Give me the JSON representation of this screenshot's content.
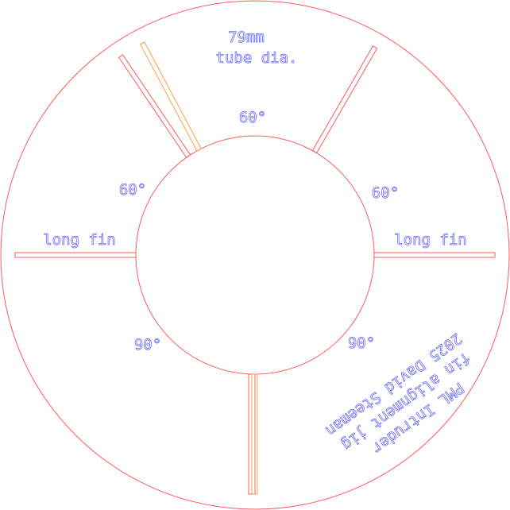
{
  "labels": {
    "tube_dia_line1": "79mm",
    "tube_dia_line2": "tube dia.",
    "angle_top": "60°",
    "angle_left": "60°",
    "angle_right": "60°",
    "angle_bottom_left": "90°",
    "angle_bottom_right": "90°",
    "long_fin_left": "long fin",
    "long_fin_right": "long fin"
  },
  "credits": {
    "line1": "PML Intruder",
    "line2": "fin alignment jig",
    "line3": "2025 David Steeman"
  },
  "colors": {
    "cut": "#ff5a5a",
    "alt_cut": "#ffa040",
    "text": "#6b6bff"
  }
}
